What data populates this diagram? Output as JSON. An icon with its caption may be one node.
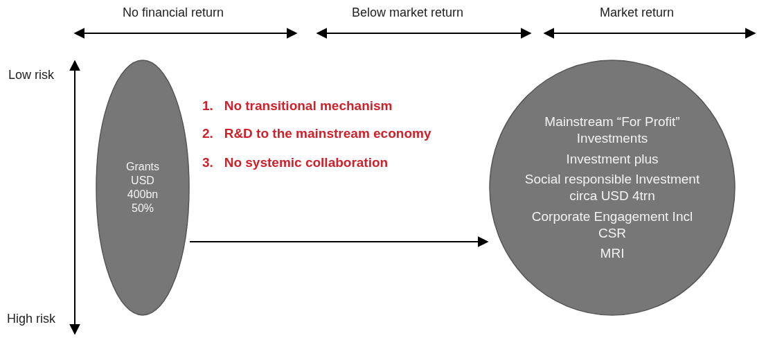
{
  "diagram": {
    "nodes": [
      {
        "text": [
          "Grants USD 400bn 50%"
        ]
      },
      {
        "text": [
          "Mainstream “For Profit” Investments",
          "Investment plus",
          "Social responsible Investment circa USD 4trn",
          "Corporate Engagement Incl CSR",
          "MRI"
        ]
      }
    ],
    "edges": [
      {
        "from": 0,
        "to": 1,
        "arrow": "to"
      }
    ],
    "labels": [
      "No financial return",
      "Below market return",
      "Market return",
      "Low risk",
      "High risk",
      "1.   No transitional mechanism",
      "2.   R&D to the mainstream economy",
      "3.   No systemic collaboration"
    ]
  }
}
